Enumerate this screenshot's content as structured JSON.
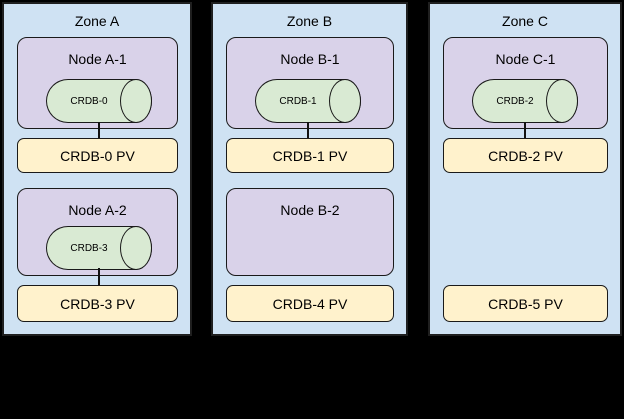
{
  "diagram_type": "kubernetes-zone-topology",
  "colors": {
    "background": "#000000",
    "zone_fill": "#cfe2f3",
    "node_fill": "#d9d2e9",
    "db_cylinder_fill": "#d9ead3",
    "pv_fill": "#fff2cc",
    "border": "#1a1a1a"
  },
  "zones": [
    {
      "label": "Zone A",
      "slots": [
        {
          "node_label": "Node A-1",
          "db_label": "CRDB-0",
          "pv_label": "CRDB-0 PV",
          "connected": true
        },
        {
          "node_label": "Node A-2",
          "db_label": "CRDB-3",
          "pv_label": "CRDB-3 PV",
          "connected": true
        }
      ]
    },
    {
      "label": "Zone B",
      "slots": [
        {
          "node_label": "Node B-1",
          "db_label": "CRDB-1",
          "pv_label": "CRDB-1 PV",
          "connected": true
        },
        {
          "node_label": "Node B-2",
          "pv_label": "CRDB-4 PV",
          "connected": false
        }
      ]
    },
    {
      "label": "Zone C",
      "slots": [
        {
          "node_label": "Node C-1",
          "db_label": "CRDB-2",
          "pv_label": "CRDB-2 PV",
          "connected": true
        },
        {
          "pv_label": "CRDB-5 PV",
          "connected": false
        }
      ]
    }
  ]
}
